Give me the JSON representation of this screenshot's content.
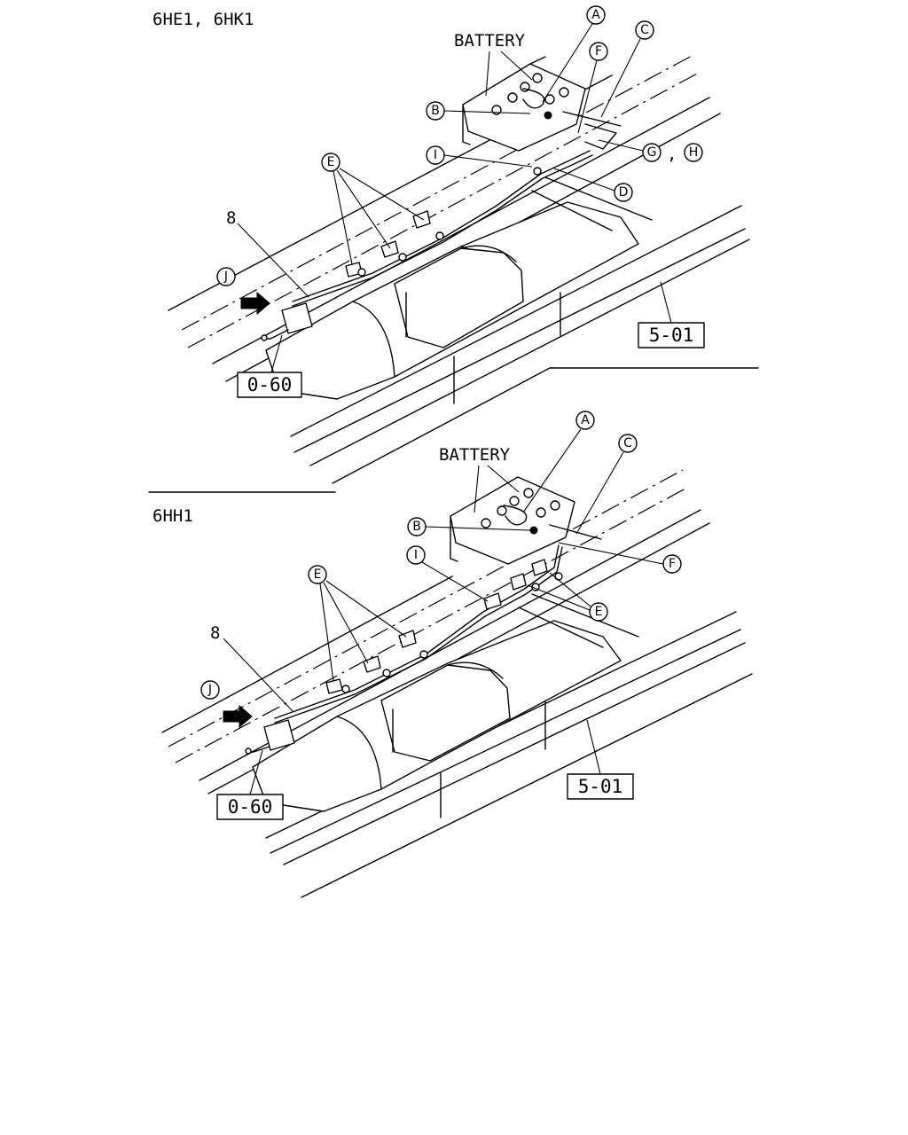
{
  "panels": [
    {
      "heading": "6HE1, 6HK1",
      "battery_label": "BATTERY",
      "callouts": [
        "A",
        "B",
        "C",
        "D",
        "E",
        "F",
        "G",
        "H",
        "I",
        "J"
      ],
      "gh_separator": ",",
      "part_number": "8",
      "refs": [
        "0-60",
        "5-01"
      ]
    },
    {
      "heading": "6HH1",
      "battery_label": "BATTERY",
      "callouts": [
        "A",
        "B",
        "C",
        "E",
        "E",
        "F",
        "I",
        "J"
      ],
      "part_number": "8",
      "refs": [
        "0-60",
        "5-01"
      ]
    }
  ],
  "icons": [
    "arrow-icon"
  ]
}
